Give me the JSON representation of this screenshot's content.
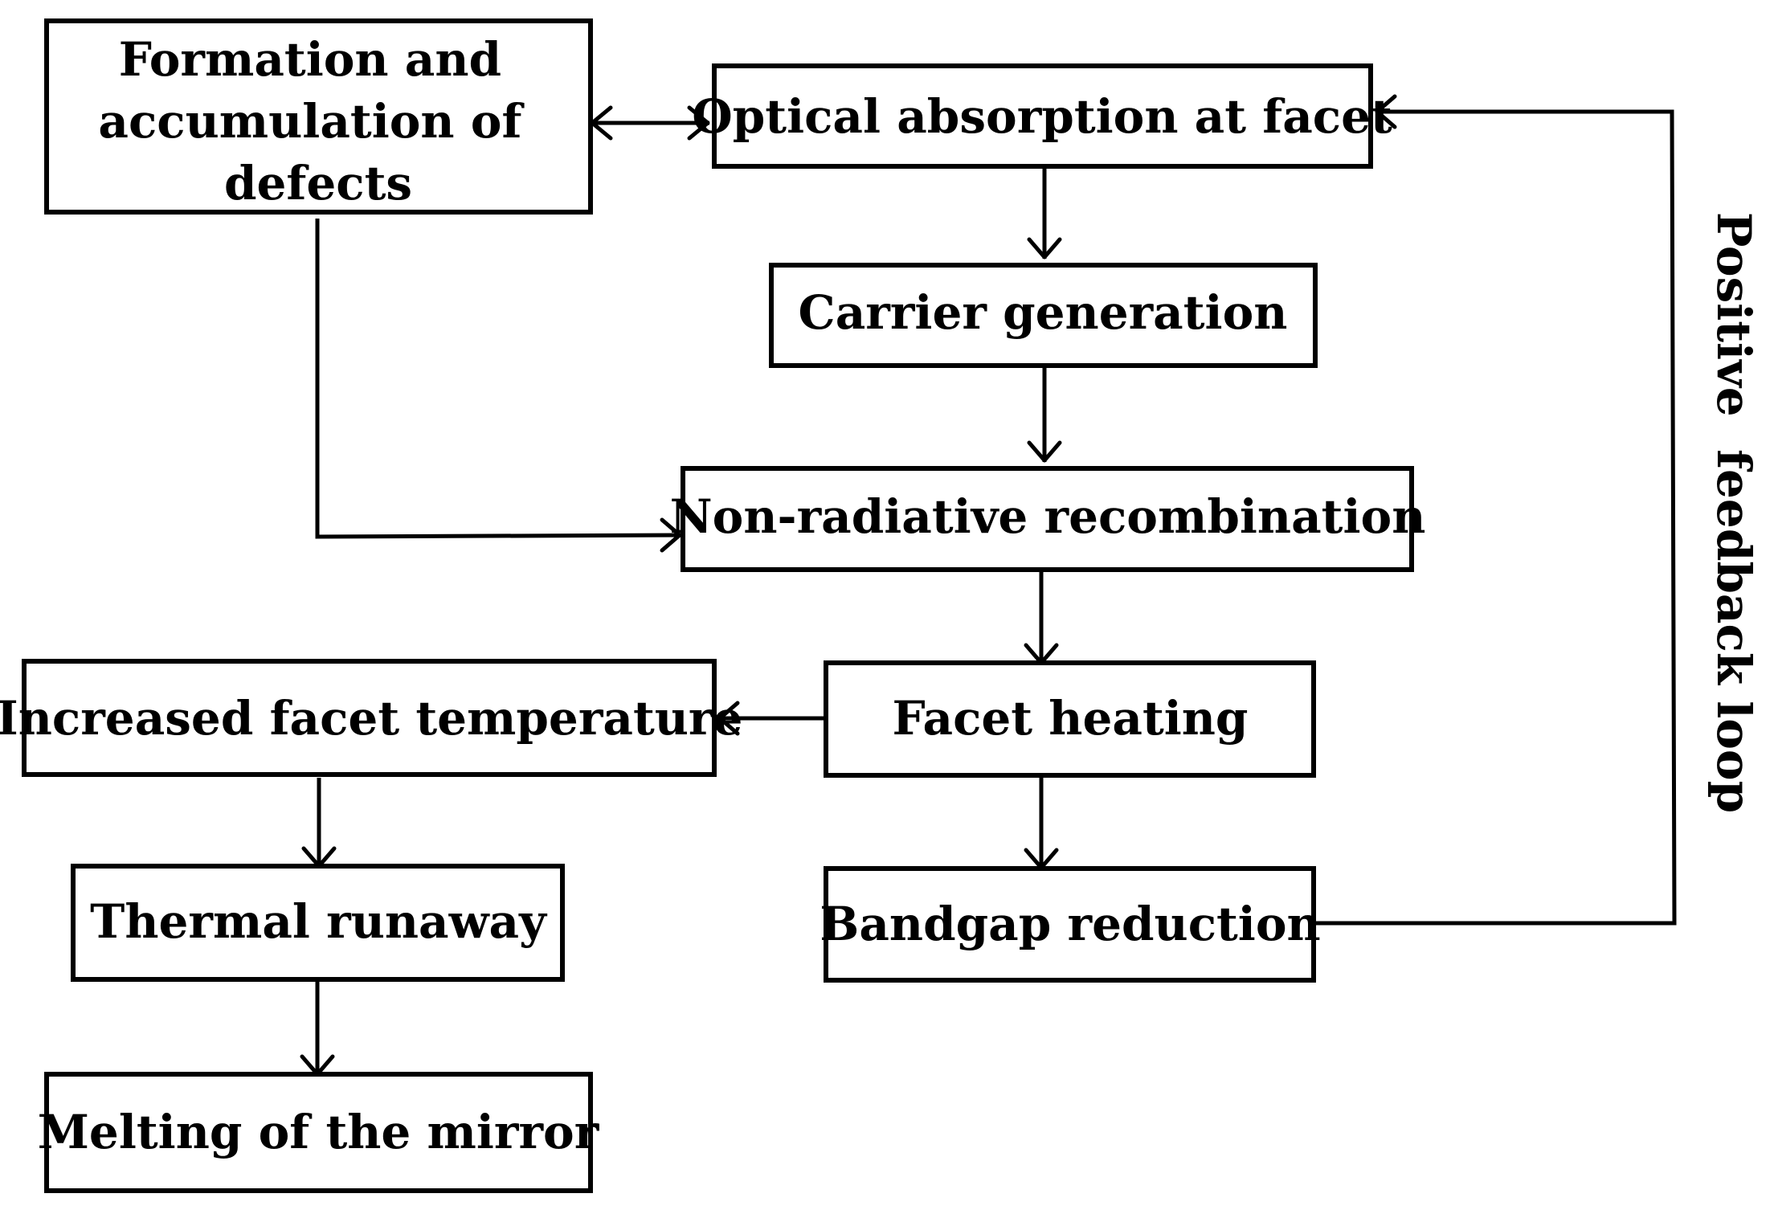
{
  "nodes": {
    "defects": {
      "lines": [
        "Formation and",
        "accumulation of",
        "defects"
      ]
    },
    "optical_absorption": {
      "label": "Optical absorption at facet"
    },
    "carrier_generation": {
      "label": "Carrier generation"
    },
    "non_radiative": {
      "label": "Non-radiative recombination"
    },
    "facet_heating": {
      "label": "Facet heating"
    },
    "increased_temp": {
      "label": "Increased facet temperature"
    },
    "thermal_runaway": {
      "label": "Thermal runaway"
    },
    "bandgap_reduction": {
      "label": "Bandgap reduction"
    },
    "melting": {
      "label": "Melting of the mirror"
    }
  },
  "feedback_label": "Positive  feedback loop"
}
